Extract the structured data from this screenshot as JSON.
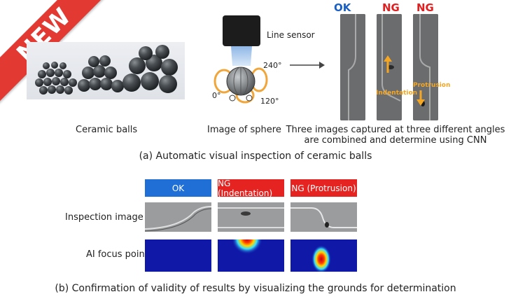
{
  "badge": {
    "label": "NEW",
    "color": "#e23a33"
  },
  "section_a": {
    "ceramic_caption": "Ceramic balls",
    "sphere_caption": "Image of sphere",
    "line_sensor_label": "Line sensor",
    "angles": [
      "0°",
      "120°",
      "240°"
    ],
    "result_caption_line1": "Three images captured at three different angles",
    "result_caption_line2": "are combined and determine using CNN",
    "result_labels": [
      {
        "text": "OK",
        "color": "#1a5fc4"
      },
      {
        "text": "NG",
        "color": "#e02020"
      },
      {
        "text": "NG",
        "color": "#e02020"
      }
    ],
    "defect_labels": [
      "Indentation",
      "Protrusion"
    ],
    "title": "(a) Automatic visual inspection of ceramic balls"
  },
  "section_b": {
    "headers": [
      {
        "text": "OK",
        "color": "#1f6fd6"
      },
      {
        "text": "NG (Indentation)",
        "color": "#e52421"
      },
      {
        "text": "NG (Protrusion)",
        "color": "#e52421"
      }
    ],
    "row_labels": [
      "Inspection image",
      "AI focus point"
    ],
    "title": "(b) Confirmation of validity of results by visualizing the grounds for determination"
  }
}
